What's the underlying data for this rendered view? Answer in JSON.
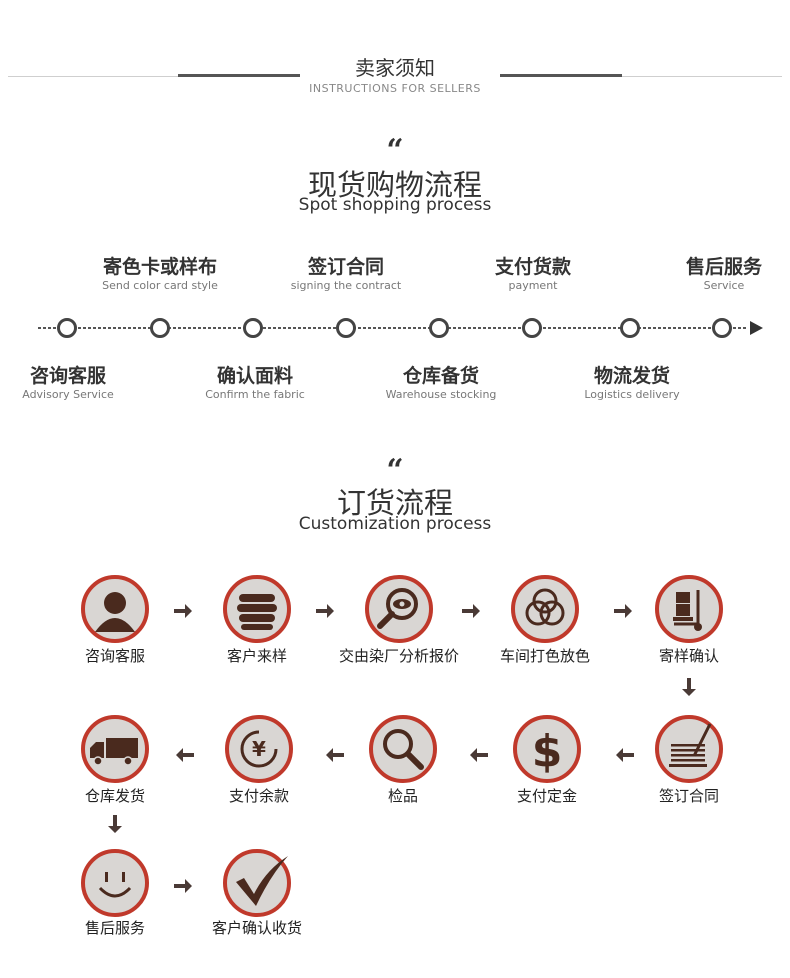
{
  "header": {
    "title": "卖家须知",
    "subtitle": "INSTRUCTIONS FOR SELLERS"
  },
  "spot": {
    "quote": "“",
    "title": "现货购物流程",
    "subtitle": "Spot shopping process",
    "top_steps": [
      {
        "cn": "寄色卡或样布",
        "en": "Send color card style"
      },
      {
        "cn": "签订合同",
        "en": "signing the contract"
      },
      {
        "cn": "支付货款",
        "en": "payment"
      },
      {
        "cn": "售后服务",
        "en": "Service"
      }
    ],
    "bottom_steps": [
      {
        "cn": "咨询客服",
        "en": "Advisory Service"
      },
      {
        "cn": "确认面料",
        "en": "Confirm the fabric"
      },
      {
        "cn": "仓库备货",
        "en": "Warehouse stocking"
      },
      {
        "cn": "物流发货",
        "en": "Logistics delivery"
      }
    ]
  },
  "custom": {
    "quote": "“",
    "title": "订货流程",
    "subtitle": "Customization process",
    "steps": [
      {
        "label": "咨询客服",
        "icon": "person-icon"
      },
      {
        "label": "客户来样",
        "icon": "fabric-stack-icon"
      },
      {
        "label": "交由染厂分析报价",
        "icon": "magnifier-eye-icon"
      },
      {
        "label": "车间打色放色",
        "icon": "color-circles-icon"
      },
      {
        "label": "寄样确认",
        "icon": "hand-truck-icon"
      },
      {
        "label": "签订合同",
        "icon": "contract-signing-icon"
      },
      {
        "label": "支付定金",
        "icon": "dollar-icon"
      },
      {
        "label": "检品",
        "icon": "magnifier-icon"
      },
      {
        "label": "支付余款",
        "icon": "yen-icon"
      },
      {
        "label": "仓库发货",
        "icon": "truck-icon"
      },
      {
        "label": "售后服务",
        "icon": "smiley-icon"
      },
      {
        "label": "客户确认收货",
        "icon": "checkmark-icon"
      }
    ]
  },
  "colors": {
    "accent": "#c0392b",
    "icon_bg": "#d9d6d3",
    "icon_fg": "#4a2a1e",
    "arrow": "#4a3a36"
  }
}
